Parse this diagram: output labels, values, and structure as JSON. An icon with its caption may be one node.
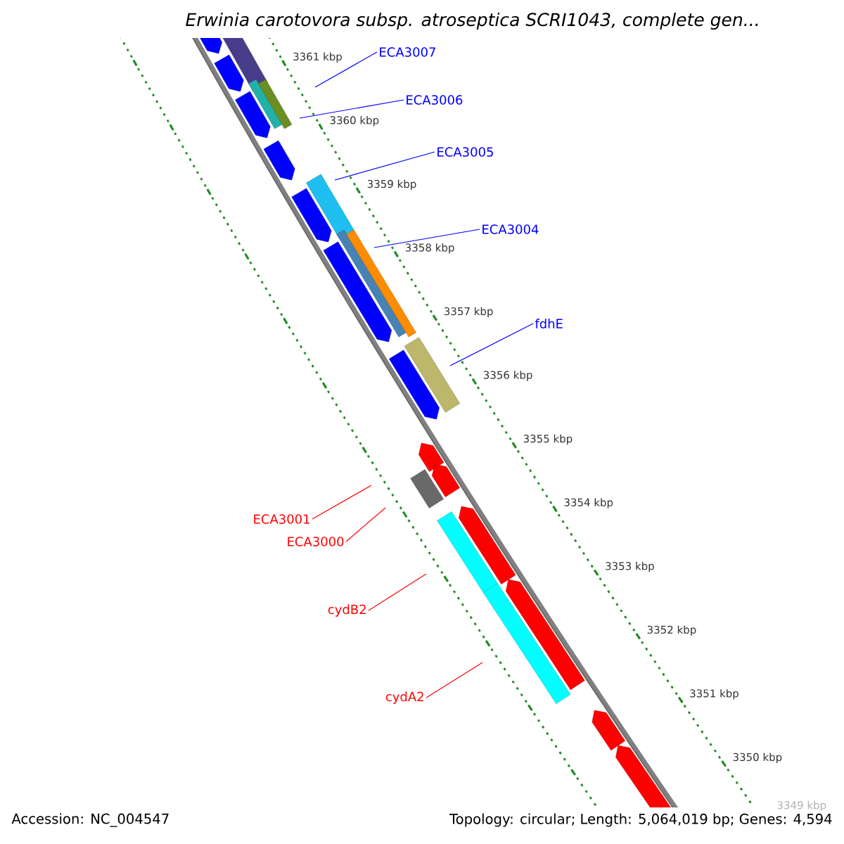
{
  "diagram": {
    "title": "Erwinia carotovora subsp. atroseptica SCRI1043, complete gen...",
    "nodes": [
      {
        "text": [
          "ECA3007"
        ]
      },
      {
        "text": [
          "ECA3006"
        ]
      },
      {
        "text": [
          "ECA3005"
        ]
      },
      {
        "text": [
          "ECA3004"
        ]
      },
      {
        "text": [
          "fdhE"
        ]
      },
      {
        "text": [
          "ECA3001"
        ]
      },
      {
        "text": [
          "ECA3000"
        ]
      },
      {
        "text": [
          "cydB2"
        ]
      },
      {
        "text": [
          "cydA2"
        ]
      }
    ],
    "edges": [
      {
        "from": 0,
        "to": null,
        "arrow": "none"
      },
      {
        "from": 1,
        "to": null,
        "arrow": "none"
      },
      {
        "from": 2,
        "to": null,
        "arrow": "none"
      },
      {
        "from": 3,
        "to": null,
        "arrow": "none"
      },
      {
        "from": 4,
        "to": null,
        "arrow": "none"
      },
      {
        "from": 5,
        "to": null,
        "arrow": "none",
        "color": "#ff0000"
      },
      {
        "from": 6,
        "to": null,
        "arrow": "none",
        "color": "#ff0000"
      },
      {
        "from": 7,
        "to": null,
        "arrow": "none",
        "color": "#ff0000"
      },
      {
        "from": 8,
        "to": null,
        "arrow": "none",
        "color": "#ff0000"
      }
    ],
    "labels": [
      "3361 kbp",
      "3360 kbp",
      "3359 kbp",
      "3358 kbp",
      "3357 kbp",
      "3356 kbp",
      "3355 kbp",
      "3354 kbp",
      "3353 kbp",
      "3352 kbp",
      "3351 kbp",
      "3350 kbp",
      "3349 kbp",
      "Accession: NC_004547",
      "Topology: circular; Length: 5,064,019 bp; Genes: 4,594"
    ]
  }
}
